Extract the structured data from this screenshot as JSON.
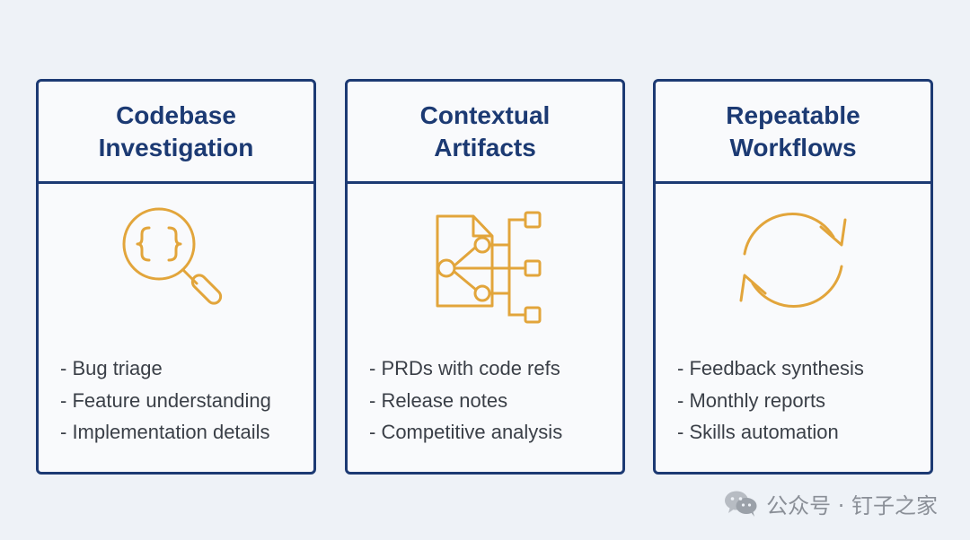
{
  "colors": {
    "background": "#eef2f7",
    "card_border": "#1c3a73",
    "title": "#1c3a73",
    "icon": "#e2a53b",
    "bullet_text": "#3a3f47"
  },
  "cards": [
    {
      "title_line1": "Codebase",
      "title_line2": "Investigation",
      "icon": "magnifier-code-icon",
      "bullets": [
        "- Bug triage",
        "- Feature understanding",
        "- Implementation details"
      ]
    },
    {
      "title_line1": "Contextual",
      "title_line2": "Artifacts",
      "icon": "document-network-icon",
      "bullets": [
        "- PRDs with code refs",
        "- Release notes",
        "- Competitive analysis"
      ]
    },
    {
      "title_line1": "Repeatable",
      "title_line2": "Workflows",
      "icon": "refresh-cycle-icon",
      "bullets": [
        "- Feedback synthesis",
        "- Monthly reports",
        "- Skills automation"
      ]
    }
  ],
  "watermark": {
    "icon": "wechat-icon",
    "text": "公众号 · 钉子之家"
  }
}
